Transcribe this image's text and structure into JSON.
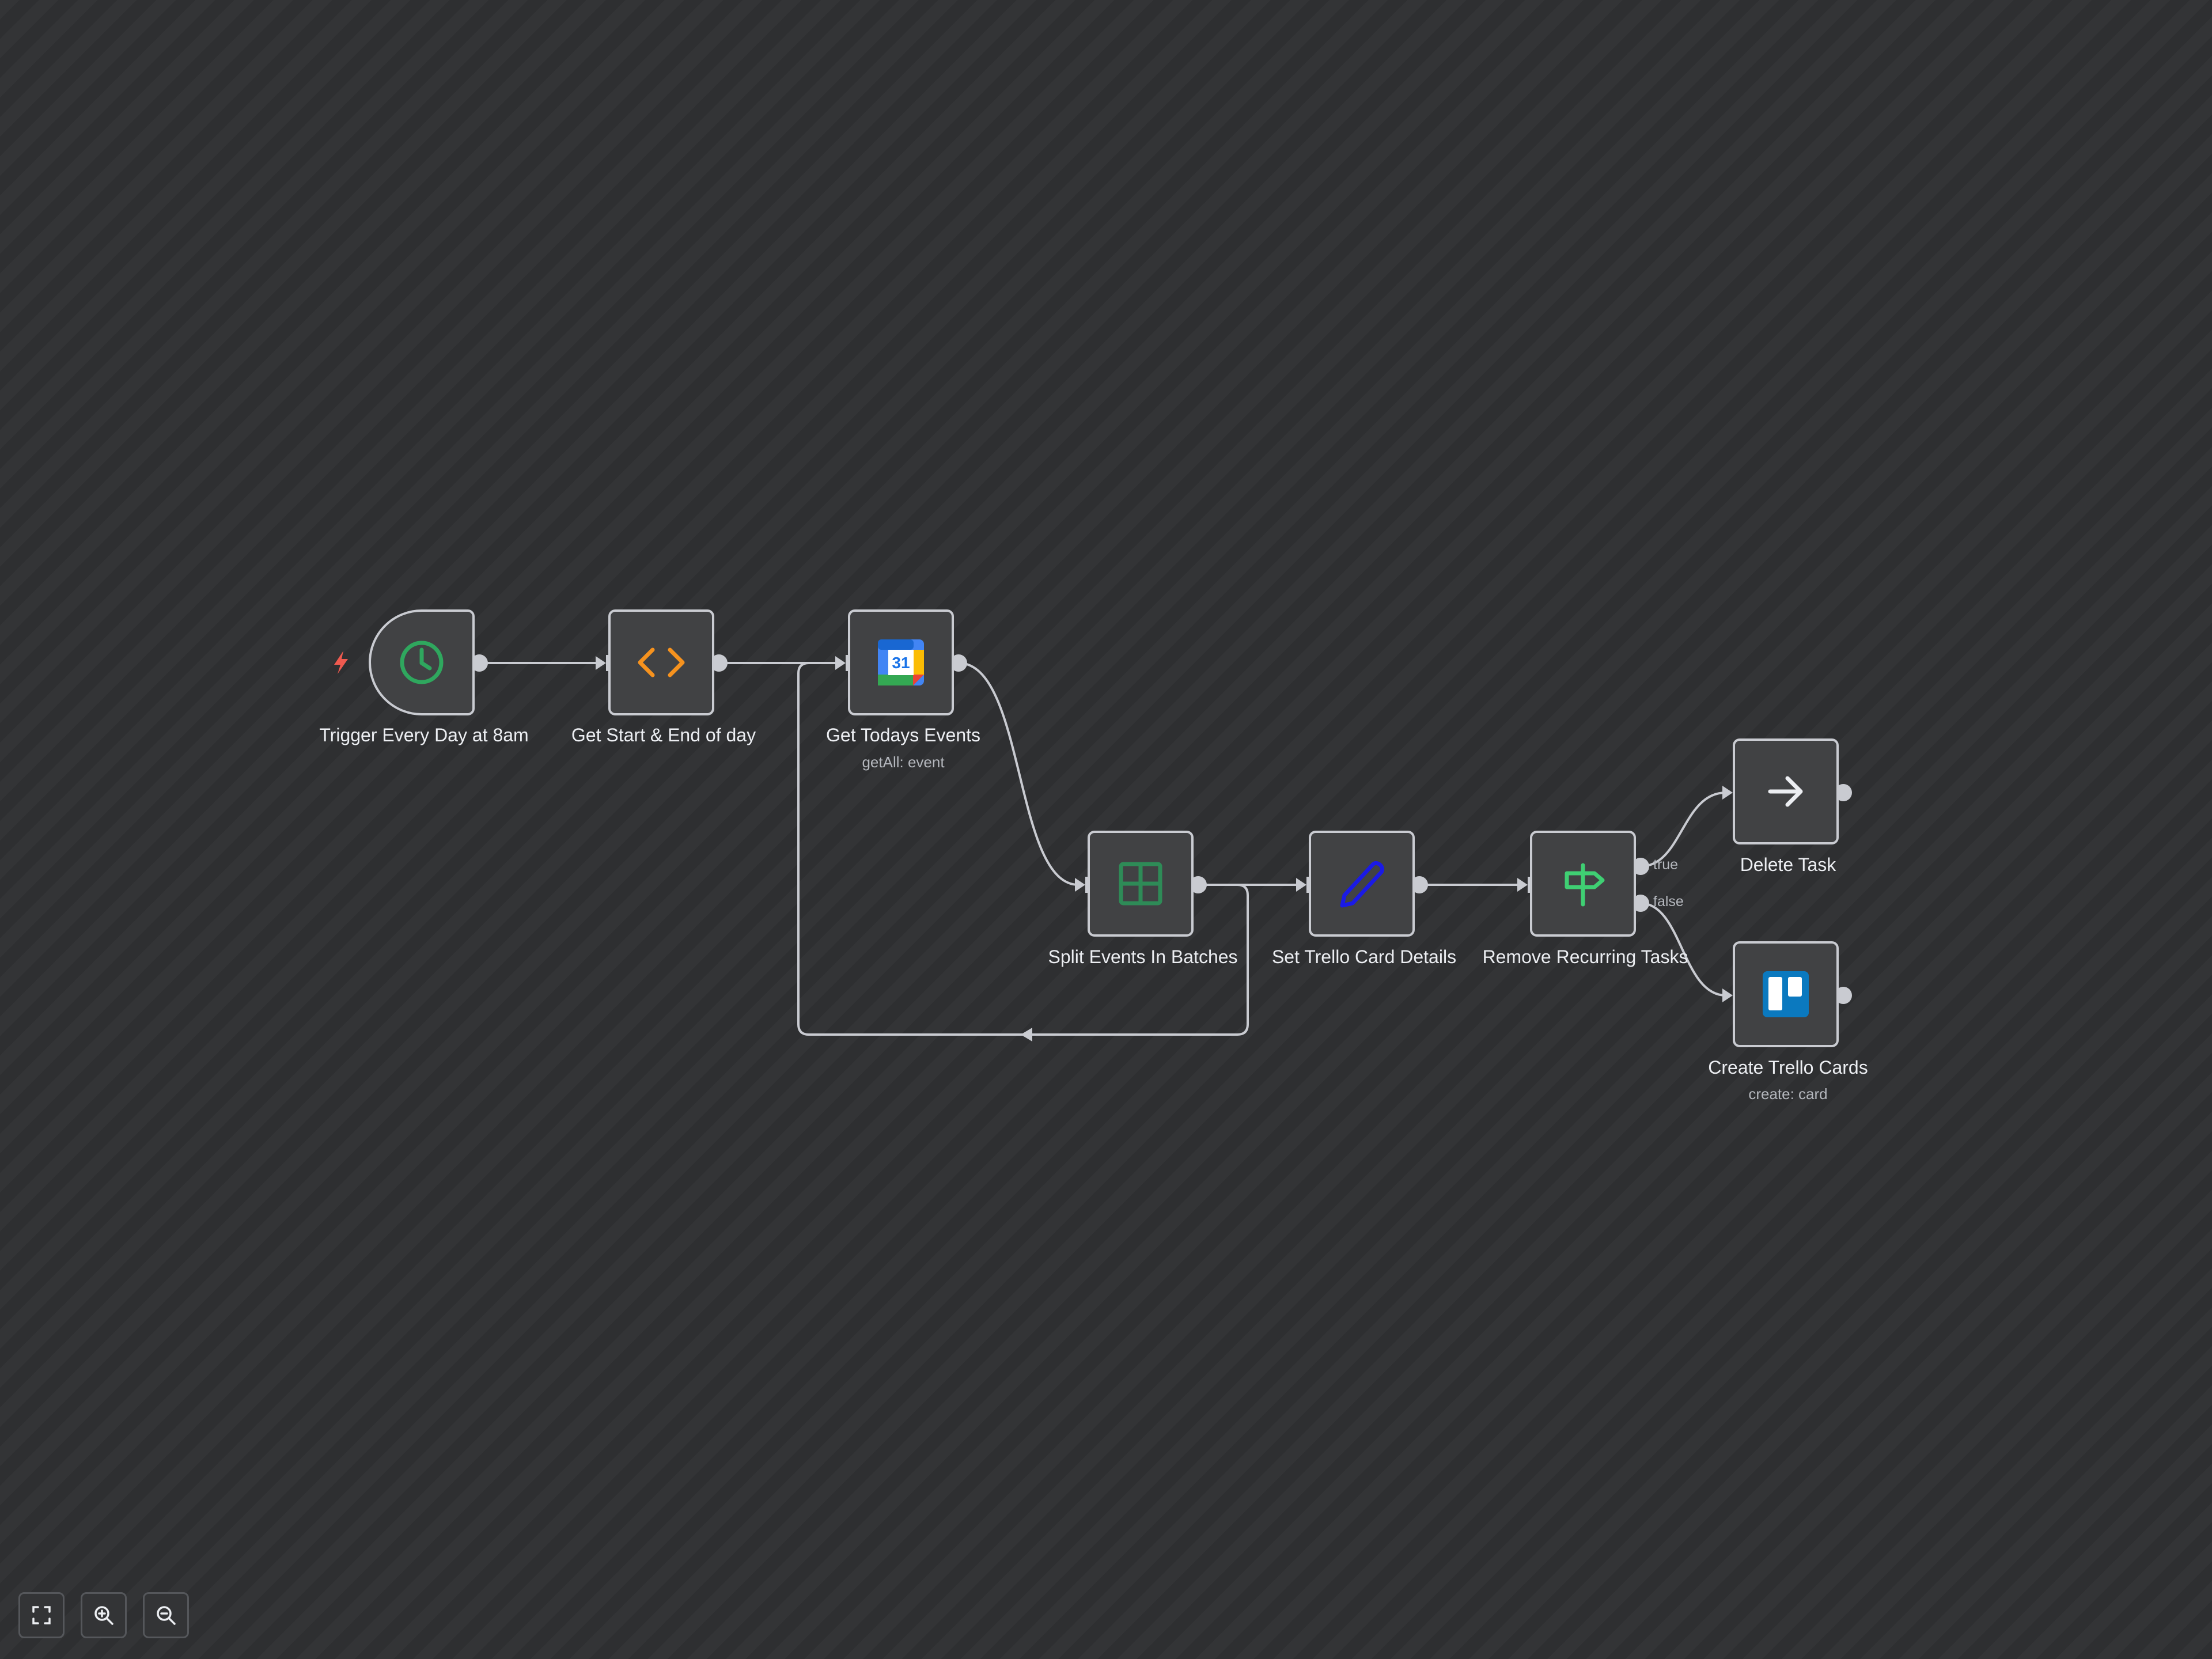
{
  "nodes": {
    "trigger": {
      "label": "Trigger Every Day at 8am",
      "icon": "clock-icon"
    },
    "start_end": {
      "label": "Get Start & End of day",
      "icon": "code-icon"
    },
    "todays_events": {
      "label": "Get Todays Events",
      "sub": "getAll: event",
      "icon": "google-calendar-icon",
      "calendar_day": "31"
    },
    "split": {
      "label": "Split Events In Batches",
      "icon": "split-grid-icon"
    },
    "set_trello": {
      "label": "Set Trello Card Details",
      "icon": "pencil-icon"
    },
    "remove_recurring": {
      "label": "Remove Recurring Tasks",
      "icon": "signpost-icon"
    },
    "delete_task": {
      "label": "Delete Task",
      "icon": "arrow-right-icon"
    },
    "create_trello": {
      "label": "Create Trello Cards",
      "sub": "create: card",
      "icon": "trello-icon"
    }
  },
  "branches": {
    "true_label": "true",
    "false_label": "false"
  },
  "controls": {
    "fit": "fit-view-icon",
    "zoom_in": "zoom-in-icon",
    "zoom_out": "zoom-out-icon"
  },
  "colors": {
    "background": "#2e2f31",
    "node_fill": "#414244",
    "node_border": "#c9cbd1",
    "edge": "#c9cbd1",
    "trigger_bolt": "#ef5a4f",
    "clock_green": "#2fa75e",
    "code_orange": "#f6921e",
    "split_green": "#2e8b57",
    "pencil_blue": "#1a1ae6",
    "signpost_green": "#3fcf73",
    "trello_blue": "#0b79bf"
  }
}
